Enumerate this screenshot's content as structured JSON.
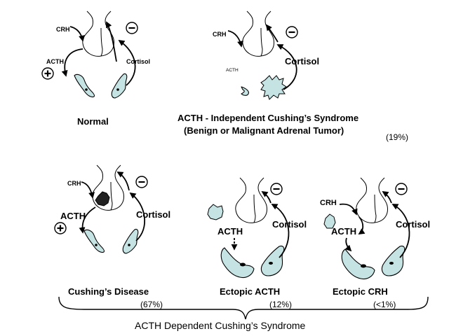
{
  "panels": {
    "normal": {
      "crh": "CRH",
      "acth": "ACTH",
      "cortisol": "Cortisol",
      "title": "Normal"
    },
    "independent": {
      "crh": "CRH",
      "acth": "ACTH",
      "cortisol": "Cortisol",
      "title_line1": "ACTH - Independent Cushing’s Syndrome",
      "title_line2": "(Benign or Malignant Adrenal Tumor)",
      "percent": "(19%)",
      "title_color": "#ee1111"
    },
    "disease": {
      "crh": "CRH",
      "acth": "ACTH",
      "cortisol": "Cortisol",
      "title": "Cushing’s Disease",
      "percent": "(67%)",
      "title_color": "#1a1ad6"
    },
    "ectopic_acth": {
      "acth": "ACTH",
      "cortisol": "Cortisol",
      "title": "Ectopic ACTH",
      "percent": "(12%)",
      "title_color": "#1f7a3c"
    },
    "ectopic_crh": {
      "crh": "CRH",
      "acth": "ACTH",
      "cortisol": "Cortisol",
      "title": "Ectopic CRH",
      "percent": "(<1%)",
      "title_color": "#1f7a3c"
    }
  },
  "group_label": "ACTH Dependent Cushing’s Syndrome",
  "colors": {
    "gland_fill": "#c5e3e3",
    "tumor_fill": "#c5e3e3",
    "adenoma_fill": "#222222"
  },
  "icons": [
    "minus-sign-icon",
    "plus-sign-icon"
  ]
}
